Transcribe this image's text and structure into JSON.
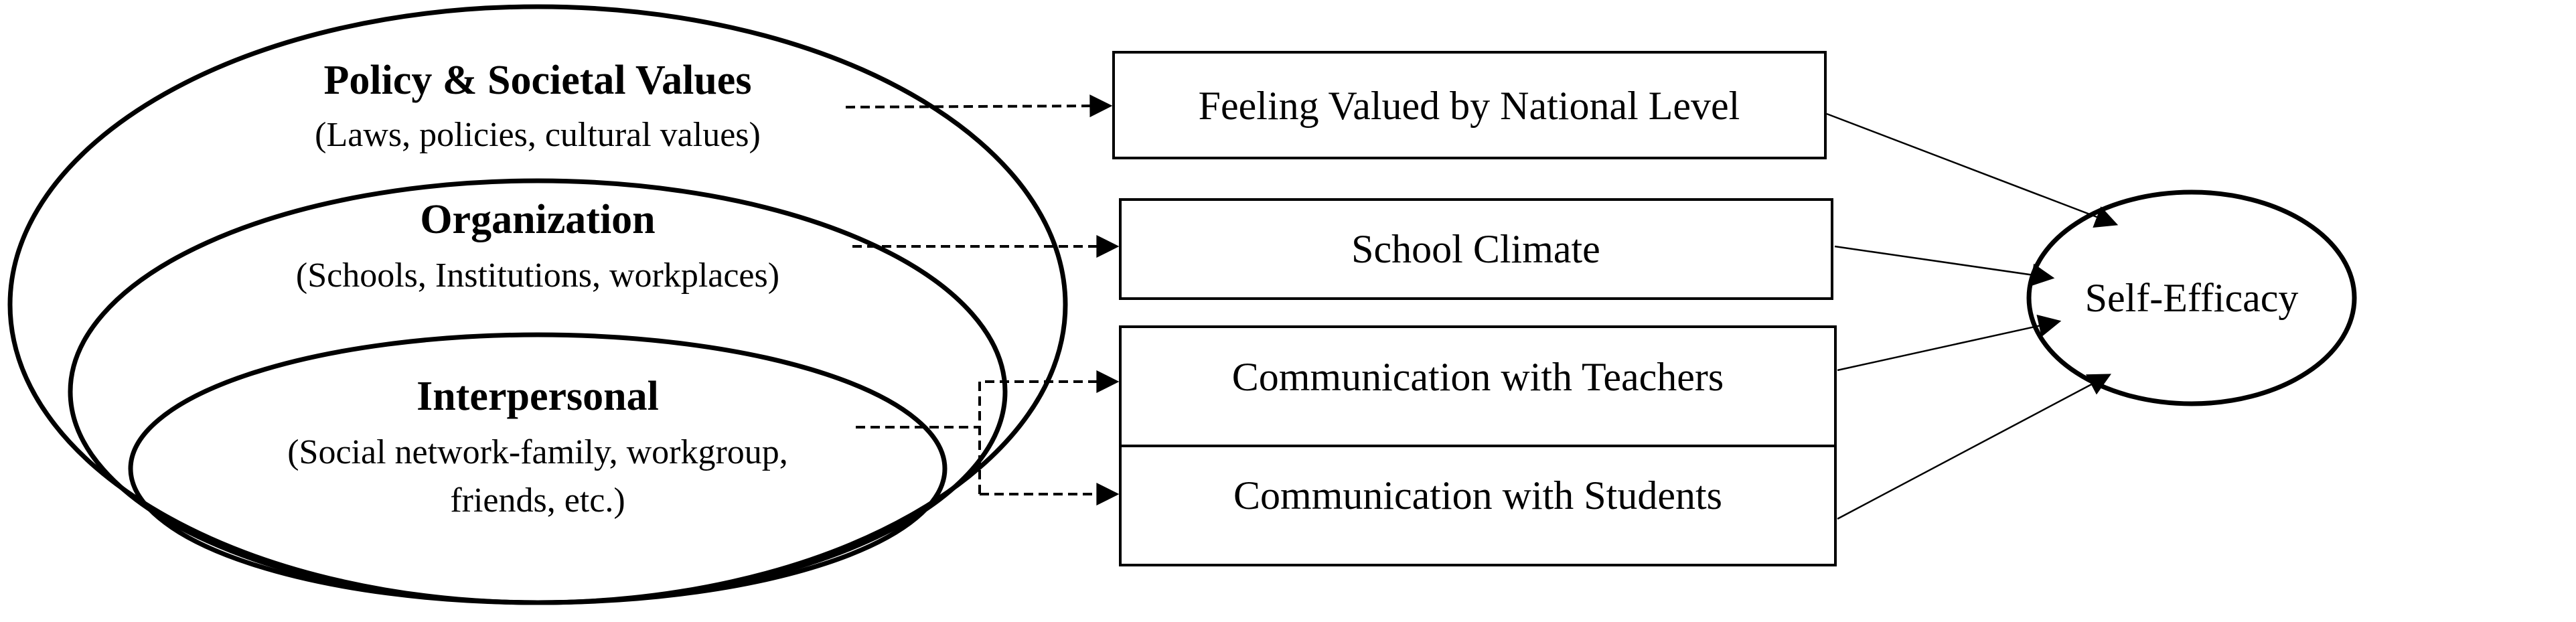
{
  "levels": {
    "policy": {
      "title": "Policy & Societal Values",
      "subtitle": "(Laws, policies, cultural values)"
    },
    "organization": {
      "title": "Organization",
      "subtitle": "(Schools, Institutions, workplaces)"
    },
    "interpersonal": {
      "title": "Interpersonal",
      "subtitle_line1": "(Social network-family, workgroup,",
      "subtitle_line2": "friends, etc.)"
    }
  },
  "factors": {
    "national": "Feeling Valued by National Level",
    "climate": "School Climate",
    "teachers": "Communication with Teachers",
    "students": "Communication with Students"
  },
  "outcome": "Self-Efficacy"
}
